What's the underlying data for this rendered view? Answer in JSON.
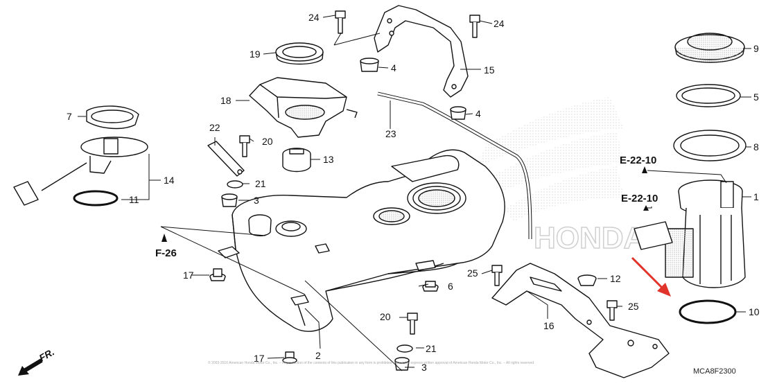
{
  "diagram": {
    "code": "MCA8F2300",
    "copyright": "© 2003-2016 American Honda Motor Co., Inc. – Reproduction of the contents of this publication in any form is prohibited without the express written approval of American Honda Motor Co., Inc. – All rights reserved",
    "direction_label": "FR.",
    "watermark": "HONDA",
    "accent_color": "#e0332a",
    "refs": {
      "e1": "E-22-10",
      "e2": "E-22-10",
      "f": "F-26"
    },
    "parts": {
      "p1": "1",
      "p2": "2",
      "p3a": "3",
      "p3b": "3",
      "p4a": "4",
      "p4b": "4",
      "p5": "5",
      "p6": "6",
      "p7": "7",
      "p8": "8",
      "p9": "9",
      "p10": "10",
      "p11": "11",
      "p12": "12",
      "p13": "13",
      "p14": "14",
      "p15": "15",
      "p16": "16",
      "p17a": "17",
      "p17b": "17",
      "p18": "18",
      "p19": "19",
      "p20a": "20",
      "p20b": "20",
      "p21a": "21",
      "p21b": "21",
      "p22": "22",
      "p23": "23",
      "p24a": "24",
      "p24b": "24",
      "p25a": "25",
      "p25b": "25"
    }
  }
}
